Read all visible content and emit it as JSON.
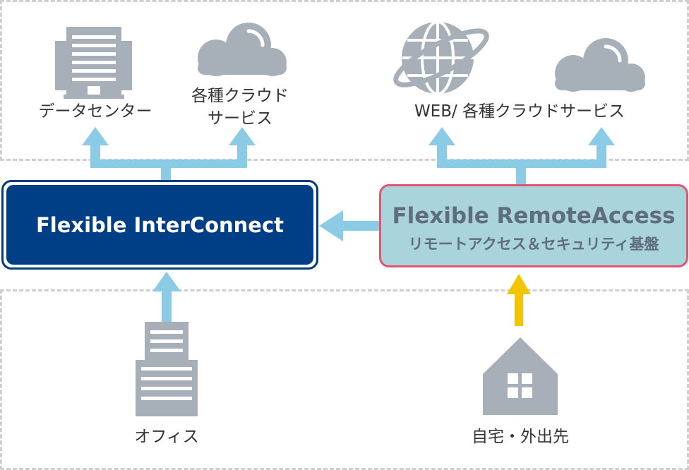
{
  "top_zone": {
    "datacenter_label": "データセンター",
    "cloud_label_line1": "各種クラウド",
    "cloud_label_line2": "サービス",
    "web_cloud_label": "WEB/ 各種クラウドサービス"
  },
  "center": {
    "interconnect_label": "Flexible InterConnect",
    "remote_title": "Flexible RemoteAccess",
    "remote_subtitle": "リモートアクセス＆セキュリティ基盤"
  },
  "bottom_zone": {
    "office_label": "オフィス",
    "home_label": "自宅・外出先"
  },
  "colors": {
    "interconnect_bg": "#003f86",
    "remote_bg": "#aad4db",
    "remote_border": "#e0566f",
    "arrow_blue": "#8ccbe6",
    "arrow_yellow": "#f2c500",
    "icon_gray": "#a7b0b8"
  }
}
